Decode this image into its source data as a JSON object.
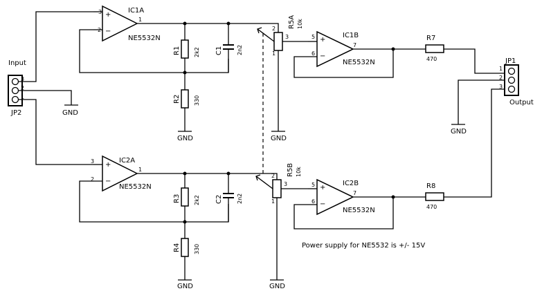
{
  "labels": {
    "input": "Input",
    "jp2": "JP2",
    "jp1": "JP1",
    "output": "Output",
    "gnd": "GND",
    "ic1a": "IC1A",
    "ic1b": "IC1B",
    "ic2a": "IC2A",
    "ic2b": "IC2B",
    "ne5532": "NE5532N",
    "r1": "R1",
    "r1_val": "2k2",
    "r2": "R2",
    "r2_val": "330",
    "r3": "R3",
    "r3_val": "2k2",
    "r4": "R4",
    "r4_val": "330",
    "c1": "C1",
    "c1_val": "2n2",
    "c2": "C2",
    "c2_val": "2n2",
    "r5a": "R5A",
    "r5b": "R5B",
    "pot_val": "10k",
    "r7": "R7",
    "r7_val": "470",
    "r8": "R8",
    "r8_val": "470",
    "note": "Power supply for NE5532 is +/- 15V"
  },
  "pins": {
    "p1": "1",
    "p2": "2",
    "p3": "3",
    "p5": "5",
    "p6": "6",
    "p7": "7",
    "plus": "+",
    "minus": "−"
  }
}
